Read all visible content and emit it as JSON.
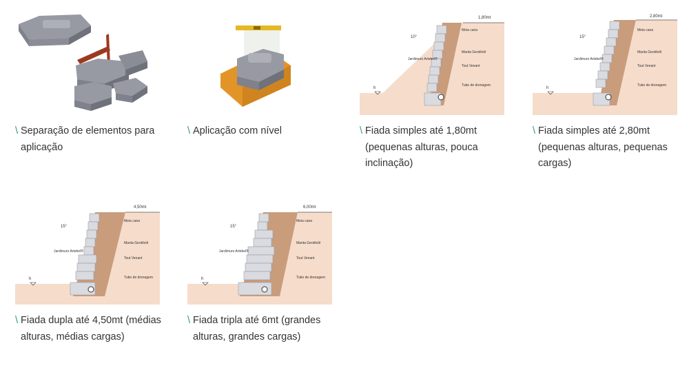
{
  "caption_mark": "\\",
  "cards": [
    {
      "caption": "Separação de elementos para aplicação"
    },
    {
      "caption": "Aplicação com nível"
    },
    {
      "caption": "Fiada simples até 1,80mt (pequenas alturas, pouca inclinação)",
      "diagram": {
        "height": "1,80mt",
        "angle": "10°",
        "labels": [
          "Meia cana",
          "Jardimuro Artebel®",
          "Manta Geotêxtil",
          "Tout Venant",
          "Tubo de drenagem"
        ],
        "water": "h"
      }
    },
    {
      "caption": "Fiada simples até 2,80mt (pequenas alturas, pequenas cargas)",
      "diagram": {
        "height": "2,80mt",
        "angle": "15°",
        "labels": [
          "Meia cana",
          "Jardimuro Artebel®",
          "Manta Geotêxtil",
          "Tout Venant",
          "Tubo de drenagem"
        ],
        "water": "h"
      }
    },
    {
      "caption": "Fiada dupla até 4,50mt (médias alturas, médias cargas)",
      "diagram": {
        "height": "4,50mt",
        "angle": "15°",
        "labels": [
          "Meia cana",
          "Jardimuro Artebel®",
          "Manta Geotêxtil",
          "Tout Venant",
          "Tubo de drenagem"
        ],
        "water": "h"
      }
    },
    {
      "caption": "Fiada tripla até 6mt (grandes alturas, grandes cargas)",
      "diagram": {
        "height": "6,00mt",
        "angle": "15°",
        "labels": [
          "Meia cana",
          "Jardimuro Artebel®",
          "Manta Geotêxtil",
          "Tout Venant",
          "Tubo de drenagem"
        ],
        "water": "h"
      }
    }
  ],
  "colors": {
    "soil": "#f6dccb",
    "gravel": "#c99c7c",
    "block": "#c9ccd3",
    "caption_mark": "#29a06b",
    "level_tool": "#e6b824",
    "wood_base": "#e39428"
  }
}
